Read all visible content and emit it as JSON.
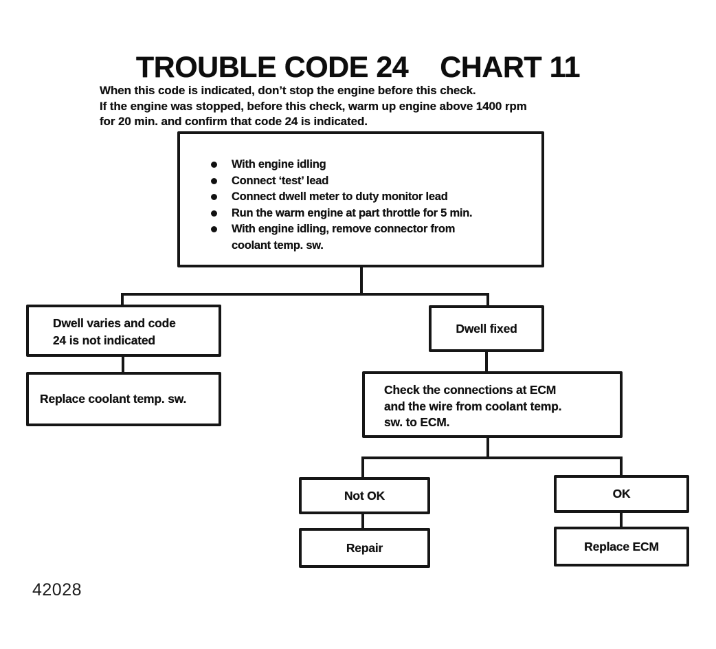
{
  "colors": {
    "ink": "#161616",
    "paper": "#ffffff"
  },
  "header": {
    "title_left": "TROUBLE CODE 24",
    "title_right": "CHART 11",
    "intro_lines": [
      "When this code is indicated, don’t stop the engine before this check.",
      "If the engine was stopped, before this check, warm up engine above 1400 rpm",
      "for 20 min. and confirm that code 24 is indicated."
    ]
  },
  "flowchart": {
    "start": {
      "bullets": [
        "With engine idling",
        "Connect ‘test’ lead",
        "Connect dwell meter to duty monitor lead",
        "Run the warm engine at part throttle for 5 min.",
        "With engine idling, remove connector from",
        "coolant temp. sw."
      ]
    },
    "dwell_varies": {
      "line1": "Dwell varies and code",
      "line2": "24 is not indicated"
    },
    "replace_coolant": "Replace coolant temp. sw.",
    "dwell_fixed": "Dwell fixed",
    "check_ecm": {
      "line1": "Check the connections at ECM",
      "line2": "and the wire from coolant temp.",
      "line3": "sw. to ECM."
    },
    "not_ok": "Not OK",
    "ok": "OK",
    "repair": "Repair",
    "replace_ecm": "Replace ECM"
  },
  "footer": {
    "figure_number": "42028"
  }
}
